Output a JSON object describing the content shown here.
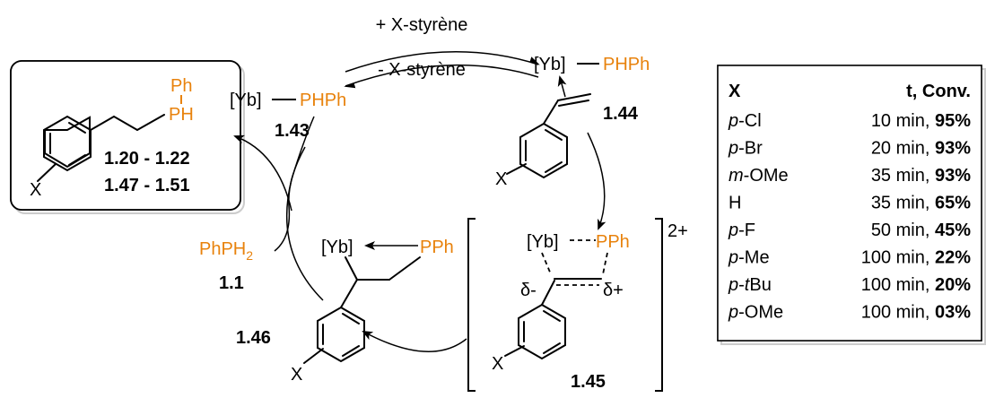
{
  "colors": {
    "phosphorus": "#E8820C",
    "text": "#000000",
    "box_fill": "#ffffff"
  },
  "equilibrium": {
    "forward": "+ X-styrène",
    "reverse": "- X-styrène"
  },
  "product": {
    "ph": "Ph",
    "ph_sub": "PH",
    "x": "X",
    "label1": "1.20 - 1.22",
    "label2": "1.47 - 1.51"
  },
  "c143": {
    "yb": "[Yb]",
    "p": "PHPh",
    "label": "1.43"
  },
  "c144": {
    "yb": "[Yb]",
    "p": "PHPh",
    "x": "X",
    "label": "1.44"
  },
  "c145": {
    "yb": "[Yb]",
    "p": "PPh",
    "delta_minus": "δ-",
    "delta_plus": "δ+",
    "charge": "2+",
    "x": "X",
    "label": "1.45"
  },
  "c146": {
    "yb": "[Yb]",
    "p": "PPh",
    "x": "X",
    "label": "1.46"
  },
  "reagent": {
    "name": "PhPH",
    "sub": "2",
    "label": "1.1"
  },
  "table": {
    "header_x": "X",
    "header_tc": "t, Conv.",
    "rows": [
      {
        "prefix": "p",
        "sub": "-Cl",
        "time": "10 min, ",
        "conv": "95%"
      },
      {
        "prefix": "p",
        "sub": "-Br",
        "time": "20 min, ",
        "conv": "93%"
      },
      {
        "prefix": "m",
        "sub": "-OMe",
        "time": "35 min, ",
        "conv": "93%"
      },
      {
        "prefix": "",
        "sub": "H",
        "time": "35 min, ",
        "conv": "65%"
      },
      {
        "prefix": "p",
        "sub": "-F",
        "time": "50 min, ",
        "conv": "45%"
      },
      {
        "prefix": "p",
        "sub": "-Me",
        "time": "100 min, ",
        "conv": "22%"
      },
      {
        "prefix": "p",
        "sub": "-tBu",
        "time": "100 min, ",
        "conv": "20%"
      },
      {
        "prefix": "p",
        "sub": "-OMe",
        "time": "100 min, ",
        "conv": "03%"
      }
    ]
  }
}
